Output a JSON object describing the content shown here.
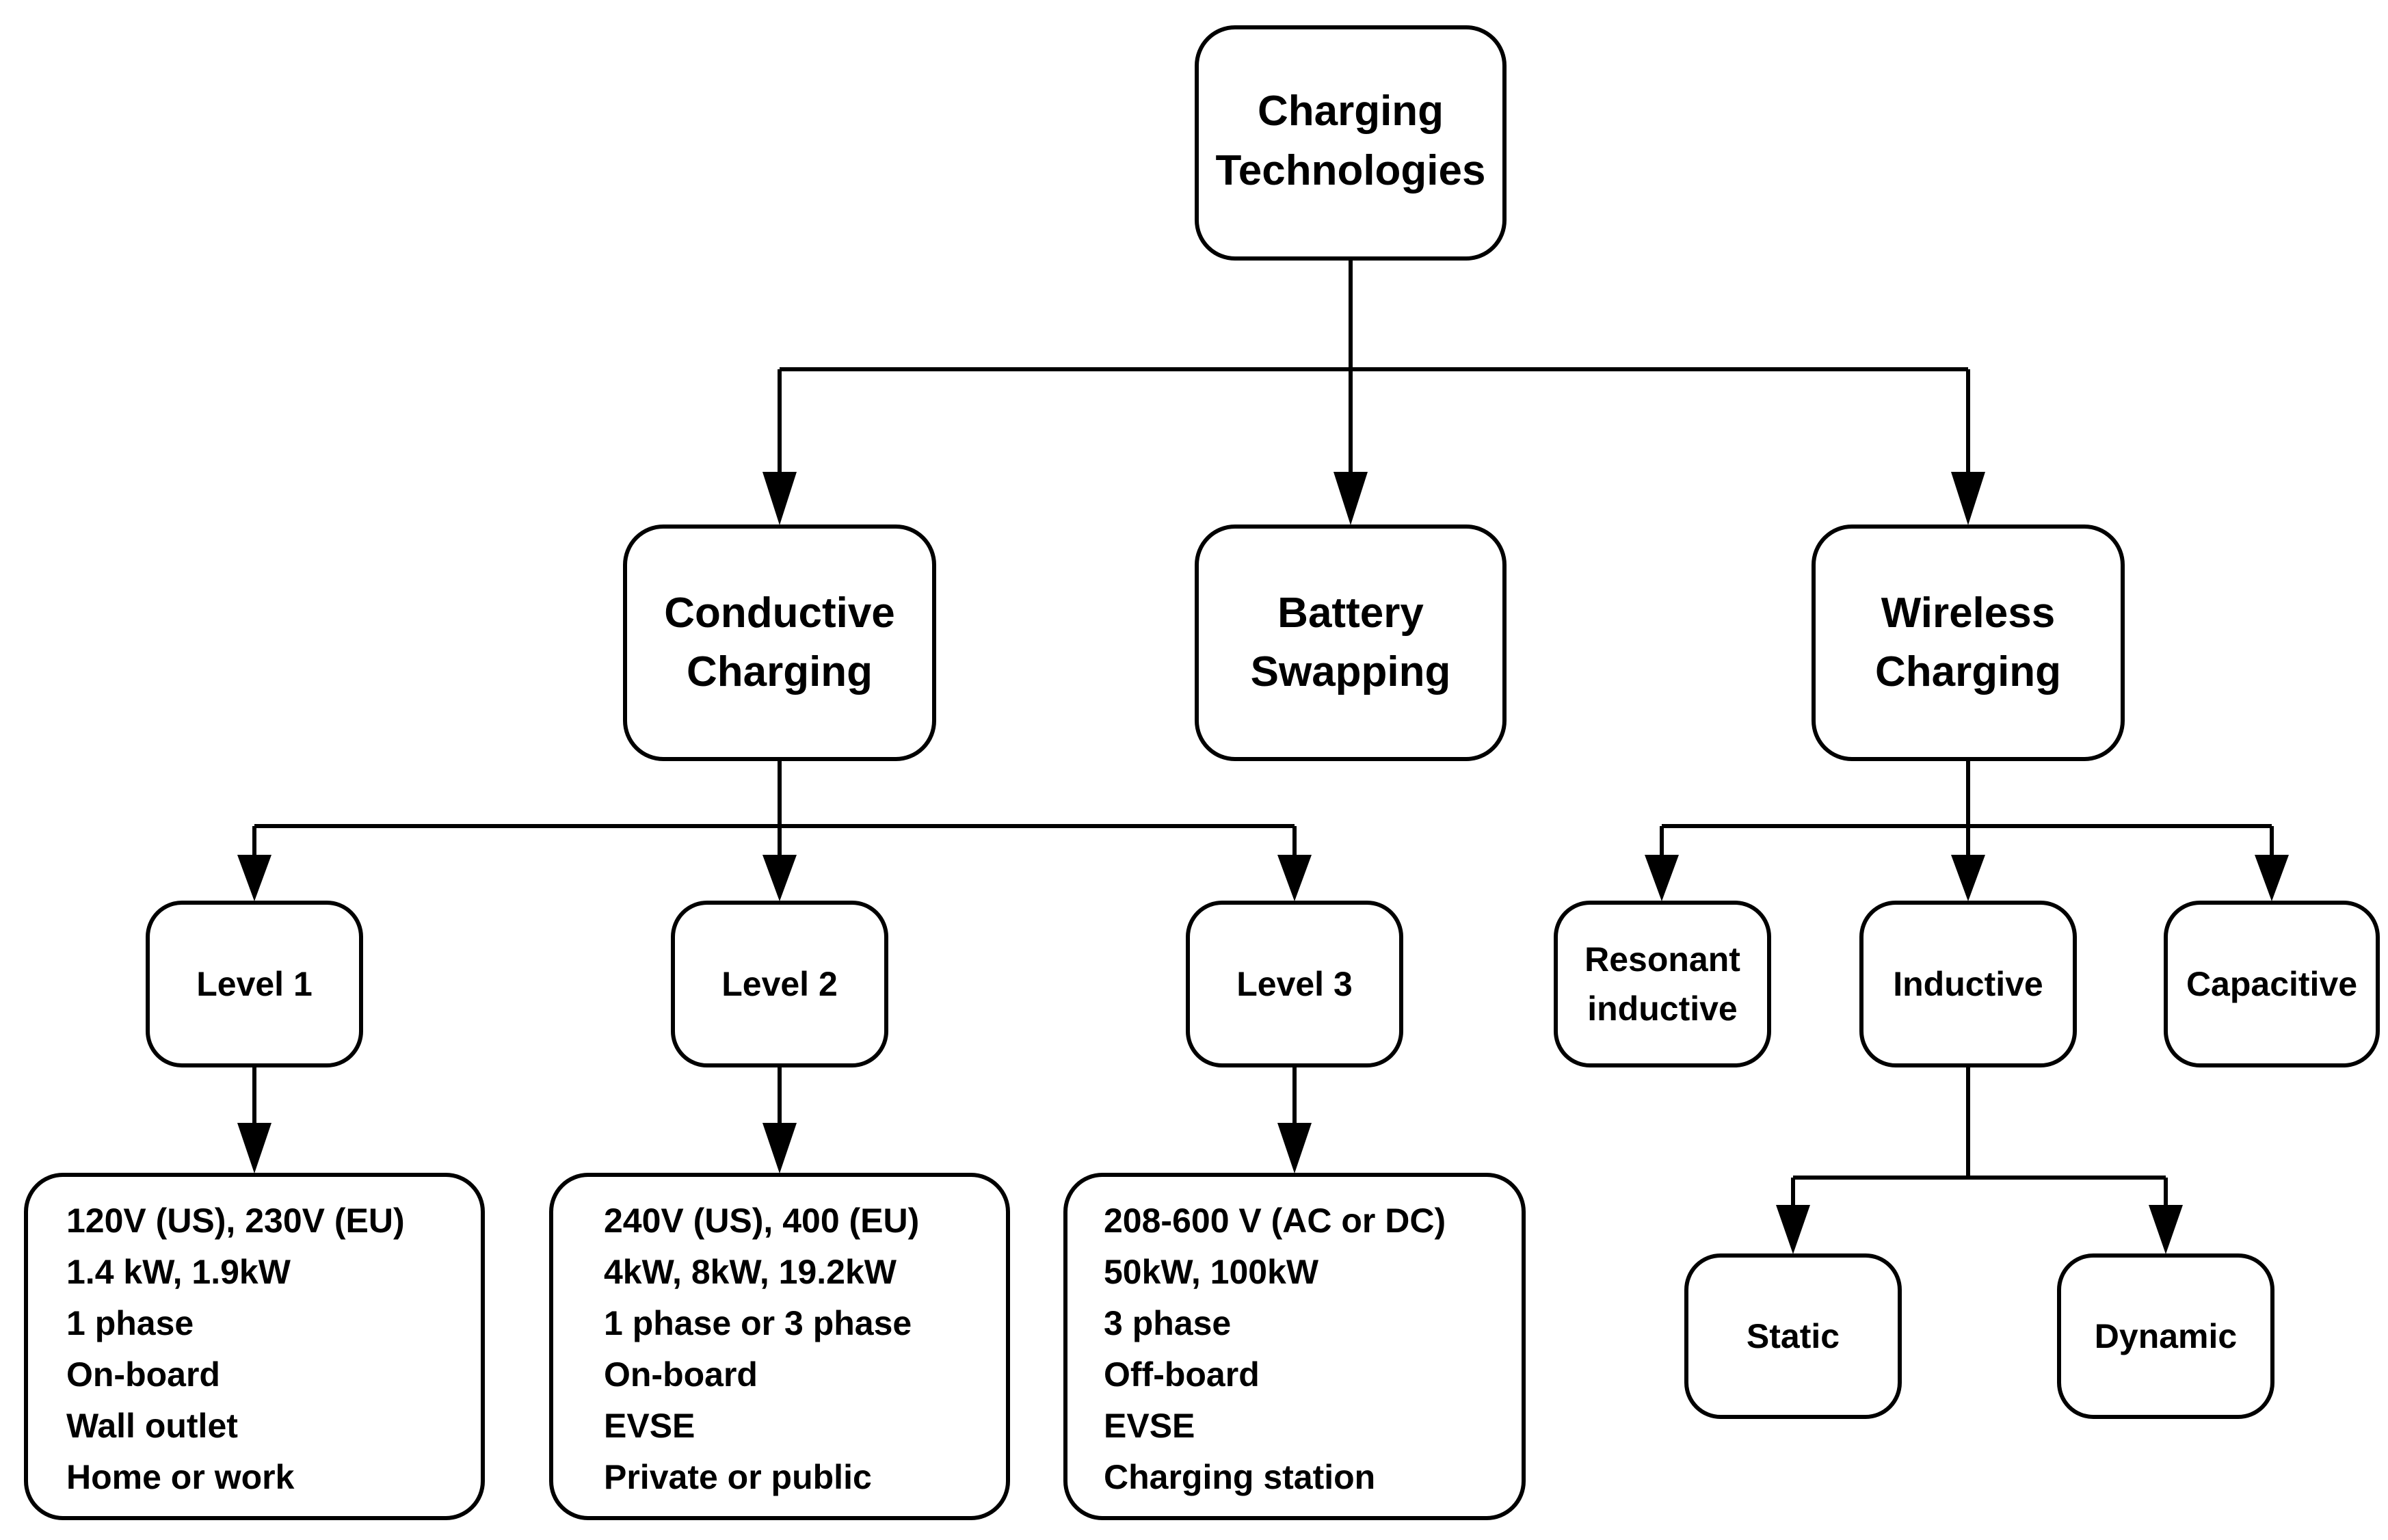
{
  "root": {
    "line1": "Charging",
    "line2": "Technologies"
  },
  "categories": {
    "conductive": {
      "line1": "Conductive",
      "line2": "Charging"
    },
    "battery": {
      "line1": "Battery",
      "line2": "Swapping"
    },
    "wireless": {
      "line1": "Wireless",
      "line2": "Charging"
    }
  },
  "levels": {
    "level1": "Level 1",
    "level2": "Level 2",
    "level3": "Level 3"
  },
  "specs": {
    "level1": [
      "120V (US), 230V (EU)",
      "1.4 kW, 1.9kW",
      "1 phase",
      "On-board",
      "Wall outlet",
      "Home or work"
    ],
    "level2": [
      "240V (US), 400 (EU)",
      "4kW, 8kW, 19.2kW",
      "1 phase or 3 phase",
      "On-board",
      "EVSE",
      "Private or public"
    ],
    "level3": [
      "208-600 V (AC or DC)",
      "50kW, 100kW",
      "3 phase",
      "Off-board",
      "EVSE",
      "Charging station"
    ]
  },
  "wireless_types": {
    "resonant": {
      "line1": "Resonant",
      "line2": "inductive"
    },
    "inductive": "Inductive",
    "capacitive": "Capacitive"
  },
  "inductive_modes": {
    "static": "Static",
    "dynamic": "Dynamic"
  }
}
